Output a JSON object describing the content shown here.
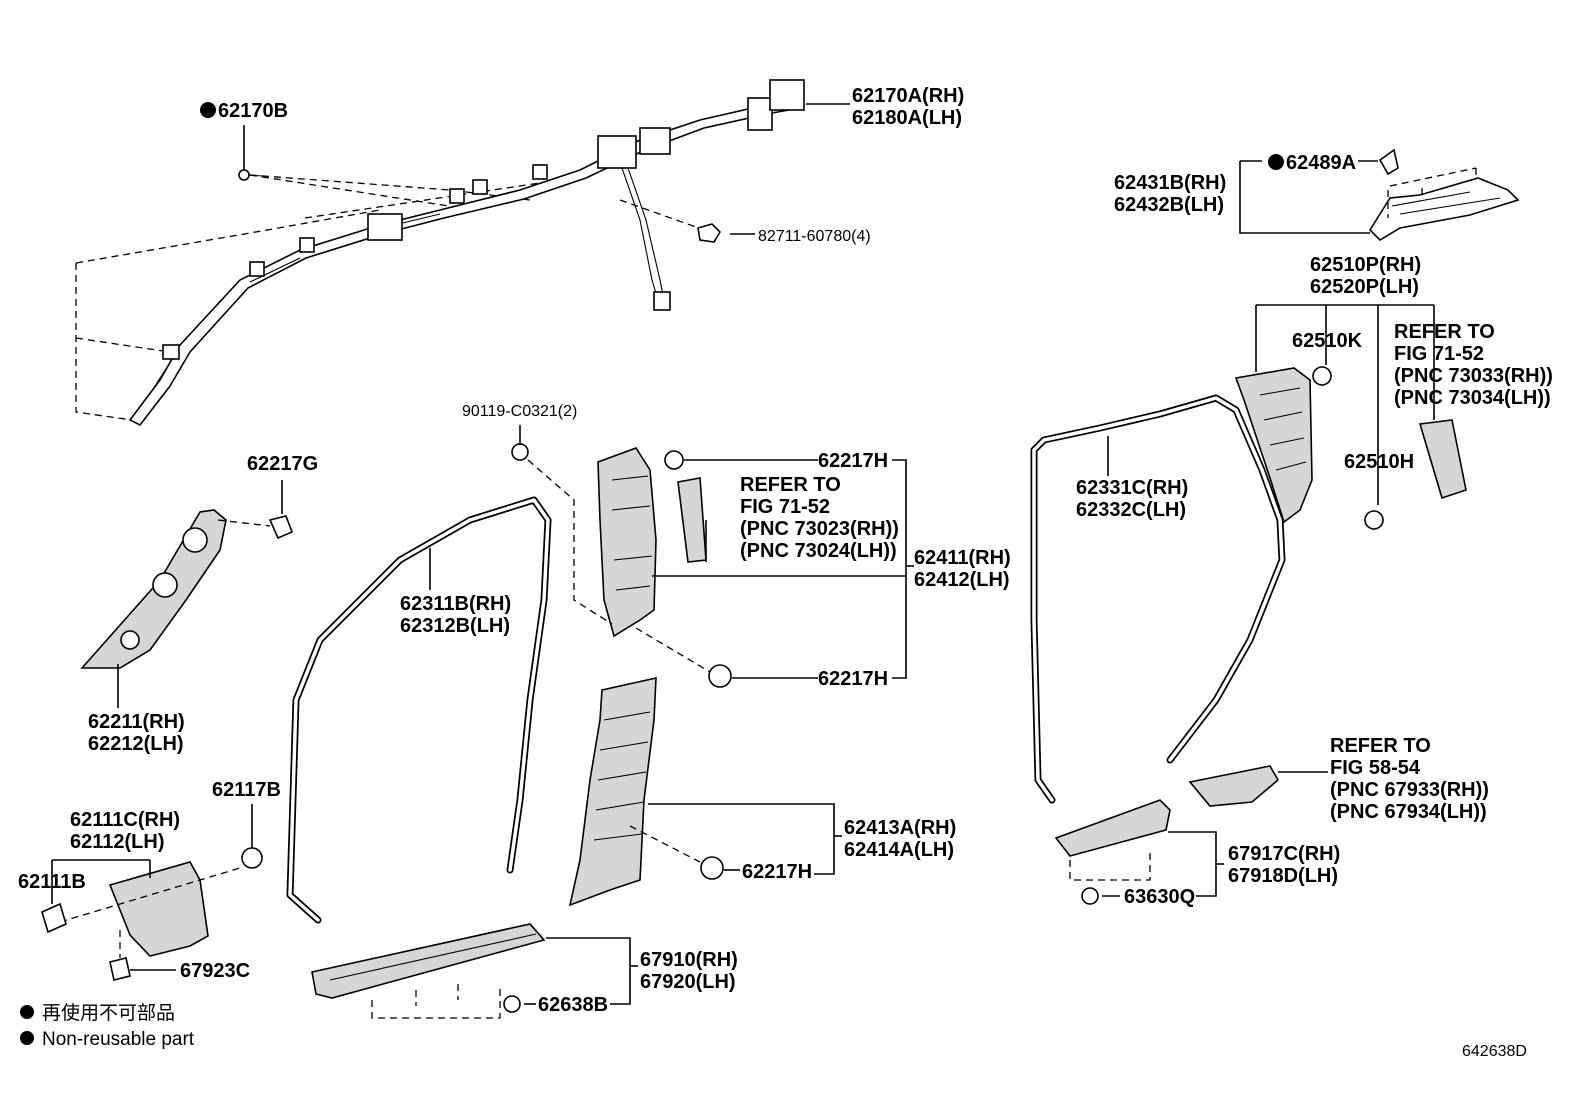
{
  "labels": {
    "p62170B": "62170B",
    "p62170A_rh": "62170A(RH)",
    "p62180A_lh": "62180A(LH)",
    "p82711": "82711-60780(4)",
    "p62489A": "62489A",
    "p62431B_rh": "62431B(RH)",
    "p62432B_lh": "62432B(LH)",
    "p62510P_rh": "62510P(RH)",
    "p62520P_lh": "62520P(LH)",
    "p62510K": "62510K",
    "p62510H": "62510H",
    "p62217G": "62217G",
    "p90119": "90119-C0321(2)",
    "p62217H_a": "62217H",
    "p62217H_b": "62217H",
    "p62217H_c": "62217H",
    "p62411_rh": "62411(RH)",
    "p62412_lh": "62412(LH)",
    "p62311B_rh": "62311B(RH)",
    "p62312B_lh": "62312B(LH)",
    "p62331C_rh": "62331C(RH)",
    "p62332C_lh": "62332C(LH)",
    "p62211_rh": "62211(RH)",
    "p62212_lh": "62212(LH)",
    "p62117B": "62117B",
    "p62111C_rh": "62111C(RH)",
    "p62112_lh": "62112(LH)",
    "p62111B": "62111B",
    "p67923C": "67923C",
    "p62413A_rh": "62413A(RH)",
    "p62414A_lh": "62414A(LH)",
    "p67910_rh": "67910(RH)",
    "p67920_lh": "67920(LH)",
    "p62638B": "62638B",
    "p67917C_rh": "67917C(RH)",
    "p67918D_lh": "67918D(LH)",
    "p63630Q": "63630Q"
  },
  "refs": {
    "ref1": [
      "REFER TO",
      "FIG 71-52",
      "(PNC 73023(RH))",
      "(PNC 73024(LH))"
    ],
    "ref2": [
      "REFER TO",
      "FIG 71-52",
      "(PNC 73033(RH))",
      "(PNC 73034(LH))"
    ],
    "ref3": [
      "REFER TO",
      "FIG 58-54",
      "(PNC 67933(RH))",
      "(PNC 67934(LH))"
    ]
  },
  "legend": {
    "jp": "再使用不可部品",
    "en": "Non-reusable part"
  },
  "drawing_code": "642638D"
}
